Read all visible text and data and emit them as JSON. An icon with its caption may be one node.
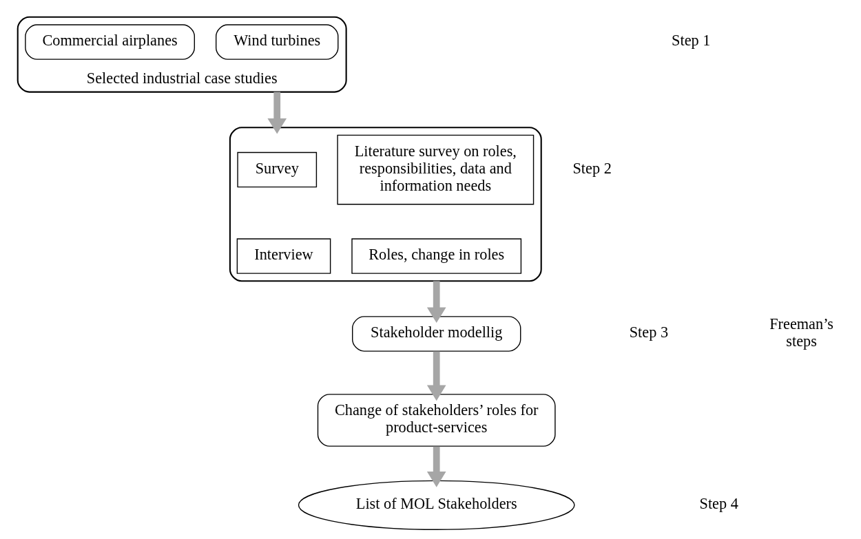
{
  "diagram": {
    "nodes": [
      {
        "text": [
          "Selected industrial case studies"
        ]
      },
      {
        "text": [
          "Commercial airplanes"
        ],
        "in": 0
      },
      {
        "text": [
          "Wind turbines"
        ],
        "in": 0
      },
      {
        "text": [],
        "shape": "box"
      },
      {
        "text": [
          "Survey"
        ],
        "in": 3
      },
      {
        "text": [
          "Literature survey on roles, responsibilities, data and information needs"
        ],
        "in": 3
      },
      {
        "text": [
          "Interview"
        ],
        "in": 3
      },
      {
        "text": [
          "Roles, change in roles"
        ],
        "in": 3
      },
      {
        "text": [
          "Stakeholder modellig"
        ]
      },
      {
        "text": [
          "Change of stakeholders’ roles for product-services"
        ]
      },
      {
        "text": [
          "List of MOL Stakeholders"
        ]
      }
    ],
    "edges": [
      {
        "from": 0,
        "to": 3,
        "arrow": "to"
      },
      {
        "from": 3,
        "to": 8,
        "arrow": "to"
      },
      {
        "from": 8,
        "to": 9,
        "arrow": "to"
      },
      {
        "from": 9,
        "to": 10,
        "arrow": "to"
      }
    ],
    "labels": [
      "Step 1",
      "Step 2",
      "Step 3",
      "Step 4",
      "Freeman’s steps"
    ]
  }
}
